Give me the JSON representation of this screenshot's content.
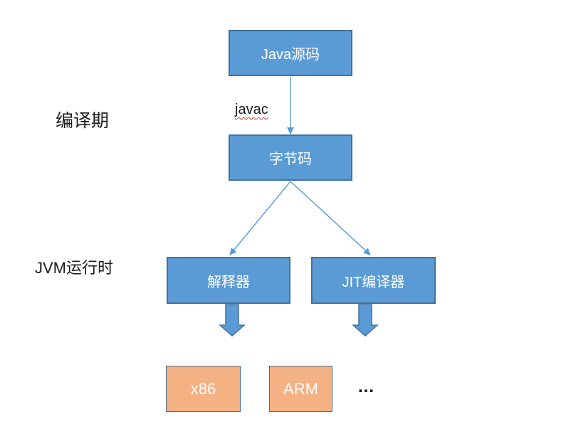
{
  "diagram": {
    "stage_labels": {
      "compile_time": "编译期",
      "jvm_runtime": "JVM运行时"
    },
    "nodes": {
      "java_source": "Java源码",
      "bytecode": "字节码",
      "interpreter": "解释器",
      "jit_compiler": "JIT编译器",
      "x86": "x86",
      "arm": "ARM"
    },
    "edge_labels": {
      "javac": "javac"
    },
    "more_indicator": "...",
    "colors": {
      "process_node_fill": "#5B9BD5",
      "process_node_border": "#41719C",
      "hardware_node_fill": "#F4B183",
      "hardware_node_border": "#41719C",
      "connector_arrow": "#5B9BD5",
      "block_arrow_fill": "#5B9BD5",
      "block_arrow_border": "#41719C",
      "divider_line": "#7FAFDD",
      "node_text": "#FFFFFF",
      "label_text": "#000000",
      "spellcheck_underline": "#E03C31"
    }
  }
}
